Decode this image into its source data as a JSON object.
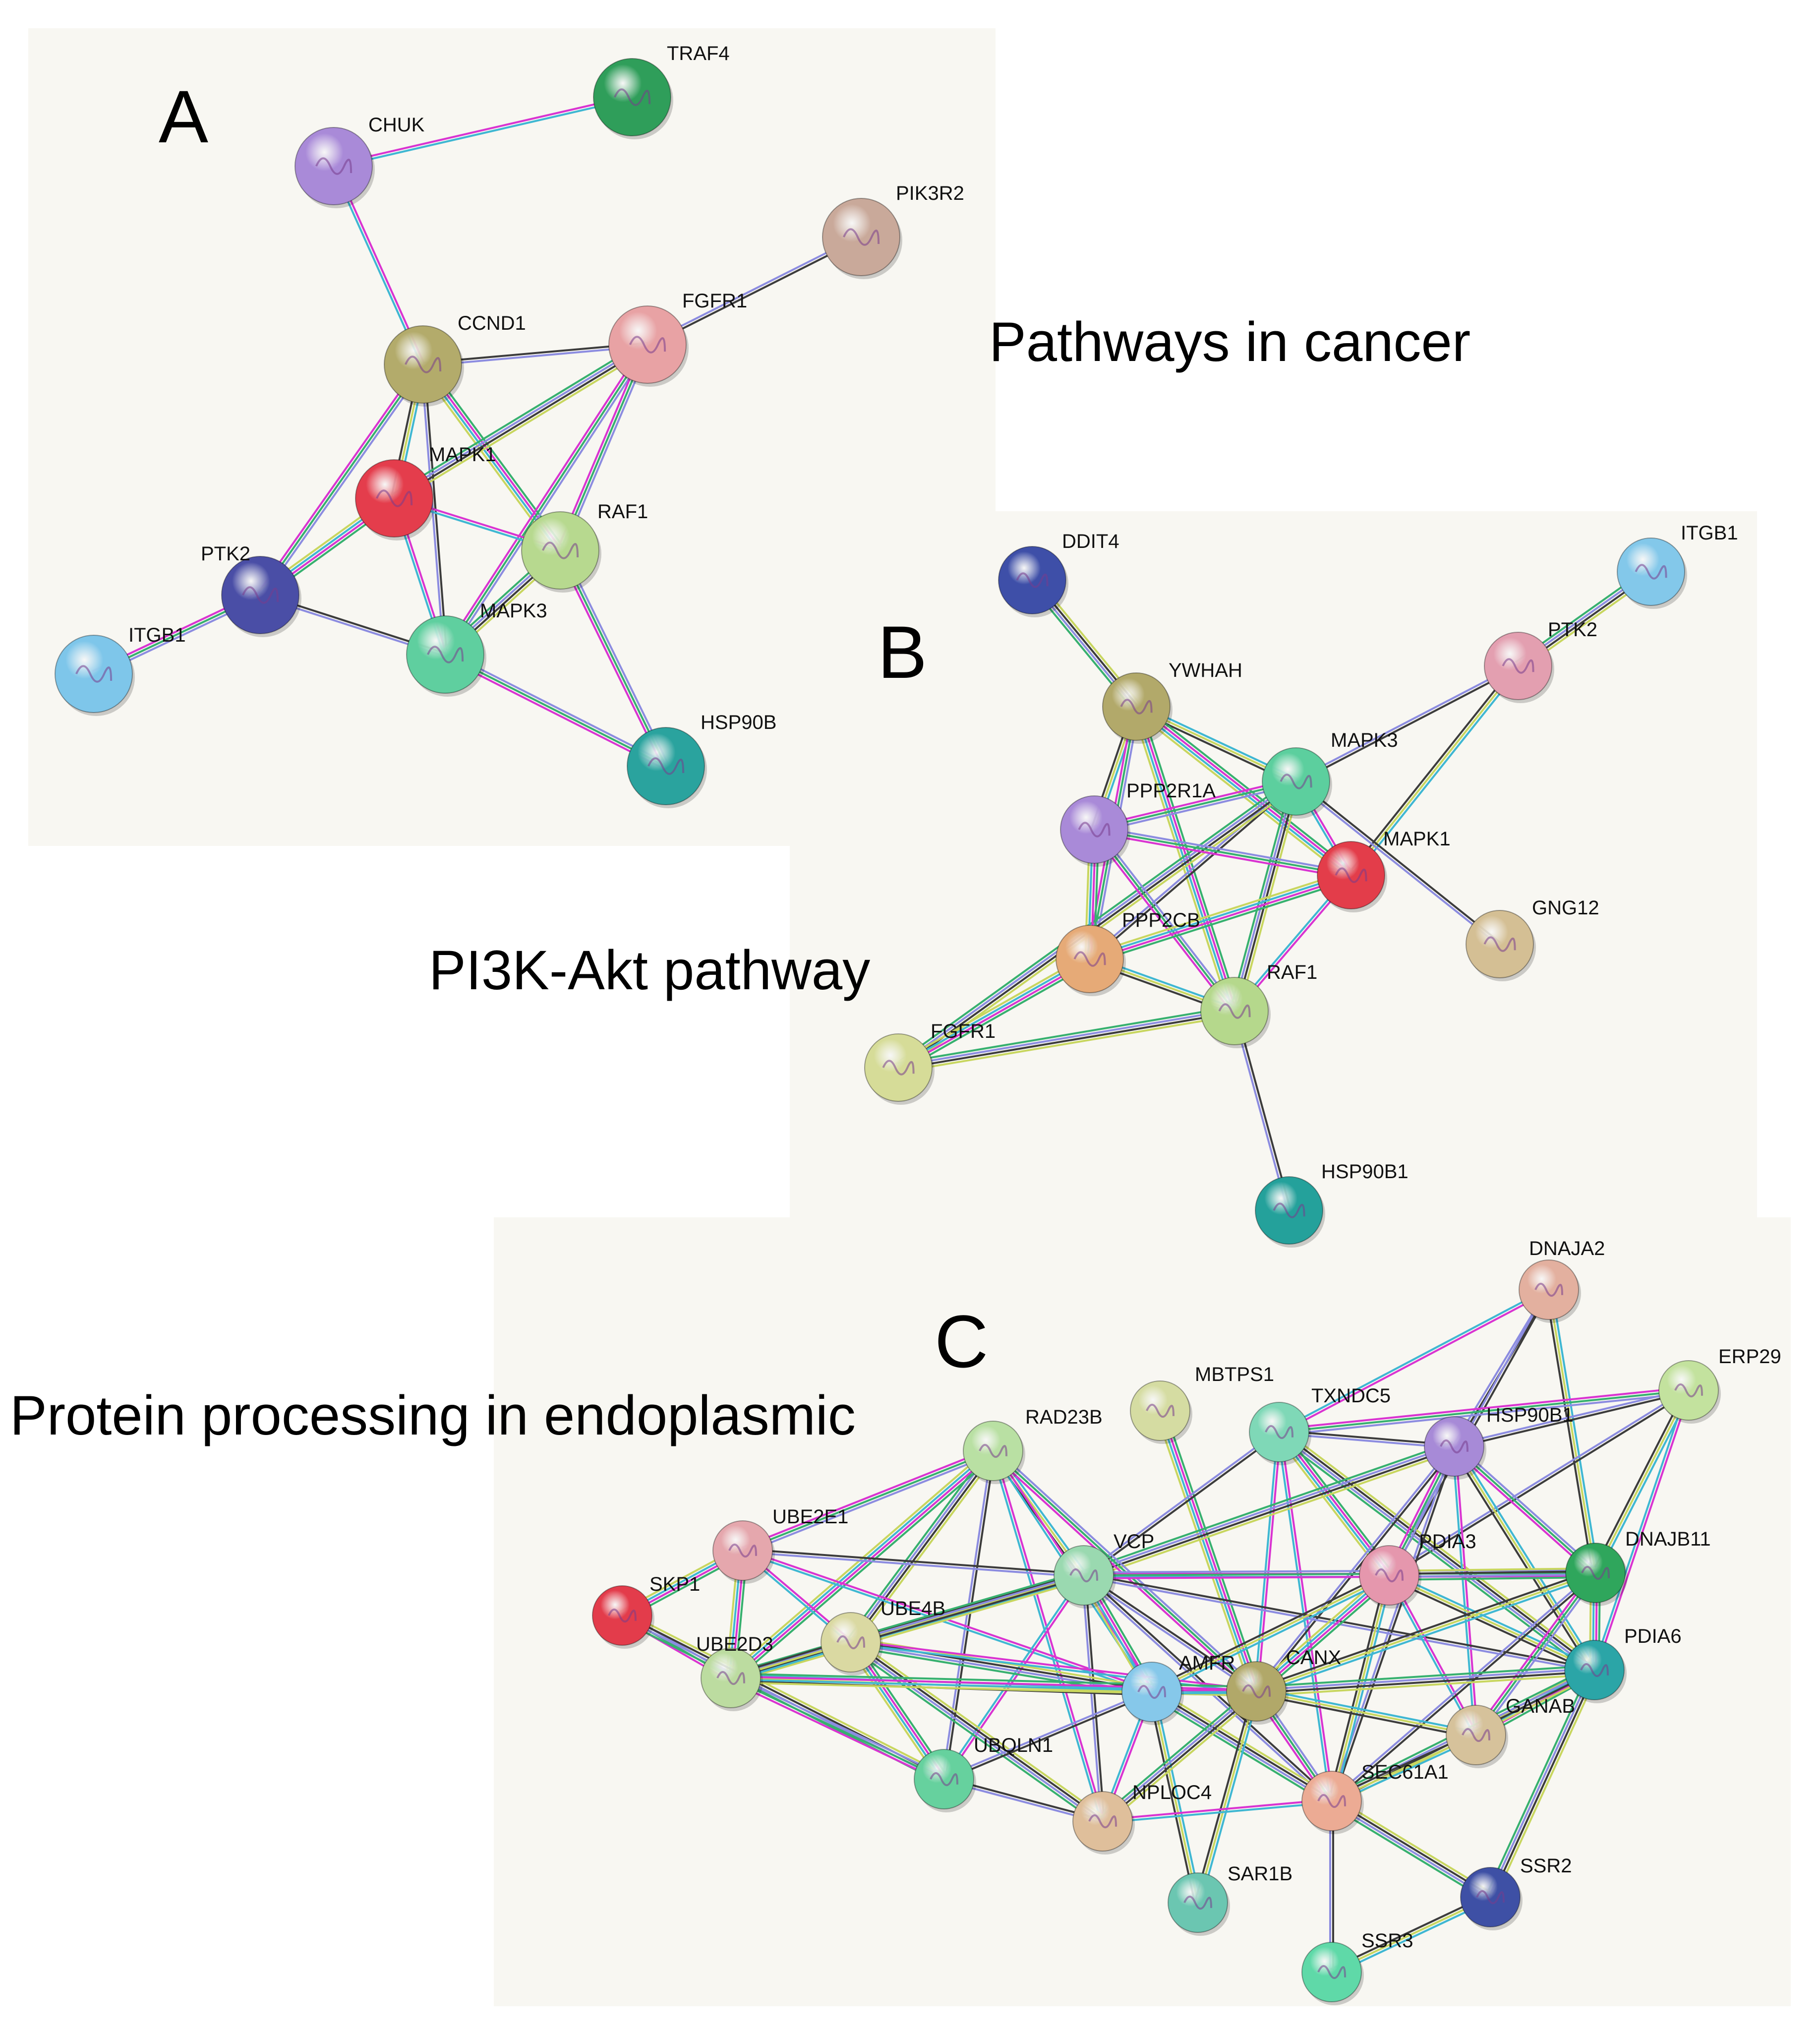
{
  "captions": {
    "cancer": "Pathways in cancer",
    "pi3k": "PI3K-Akt pathway",
    "er": "Protein processing in endoplasmic"
  },
  "panels": [
    {
      "id": "A",
      "letter": "A",
      "nodes": [
        {
          "id": "TRAF4",
          "label": "TRAF4",
          "color": "#2f9e5a"
        },
        {
          "id": "CHUK",
          "label": "CHUK",
          "color": "#a98ad8"
        },
        {
          "id": "PIK3R2",
          "label": "PIK3R2",
          "color": "#c9a99a"
        },
        {
          "id": "CCND1",
          "label": "CCND1",
          "color": "#b3ab6b"
        },
        {
          "id": "FGFR1",
          "label": "FGFR1",
          "color": "#e8a2a4"
        },
        {
          "id": "MAPK1",
          "label": "MAPK1",
          "color": "#e43d4c"
        },
        {
          "id": "RAF1",
          "label": "RAF1",
          "color": "#b7d98f"
        },
        {
          "id": "PTK2",
          "label": "PTK2",
          "color": "#4a4ea6"
        },
        {
          "id": "MAPK3",
          "label": "MAPK3",
          "color": "#5fcf9f"
        },
        {
          "id": "ITGB1",
          "label": "ITGB1",
          "color": "#7ec6ea"
        },
        {
          "id": "HSP90B",
          "label": "HSP90B",
          "color": "#2aa39e"
        }
      ],
      "edges": [
        [
          "CHUK",
          "TRAF4"
        ],
        [
          "CHUK",
          "CCND1"
        ],
        [
          "PIK3R2",
          "FGFR1"
        ],
        [
          "CCND1",
          "FGFR1"
        ],
        [
          "CCND1",
          "MAPK1"
        ],
        [
          "CCND1",
          "MAPK3"
        ],
        [
          "CCND1",
          "RAF1"
        ],
        [
          "CCND1",
          "PTK2"
        ],
        [
          "FGFR1",
          "MAPK1"
        ],
        [
          "FGFR1",
          "MAPK3"
        ],
        [
          "FGFR1",
          "RAF1"
        ],
        [
          "MAPK1",
          "RAF1"
        ],
        [
          "MAPK1",
          "MAPK3"
        ],
        [
          "MAPK1",
          "PTK2"
        ],
        [
          "RAF1",
          "MAPK3"
        ],
        [
          "RAF1",
          "HSP90B"
        ],
        [
          "PTK2",
          "MAPK3"
        ],
        [
          "PTK2",
          "ITGB1"
        ],
        [
          "MAPK3",
          "HSP90B"
        ]
      ]
    },
    {
      "id": "B",
      "letter": "B",
      "nodes": [
        {
          "id": "DDIT4",
          "label": "DDIT4",
          "color": "#3e4fa8"
        },
        {
          "id": "ITGB1",
          "label": "ITGB1",
          "color": "#83c8ea"
        },
        {
          "id": "PTK2",
          "label": "PTK2",
          "color": "#e39fb0"
        },
        {
          "id": "YWHAH",
          "label": "YWHAH",
          "color": "#b2a96a"
        },
        {
          "id": "MAPK3",
          "label": "MAPK3",
          "color": "#5ccf9e"
        },
        {
          "id": "PPP2R1A",
          "label": "PPP2R1A",
          "color": "#a98ad8"
        },
        {
          "id": "MAPK1",
          "label": "MAPK1",
          "color": "#e33d4a"
        },
        {
          "id": "GNG12",
          "label": "GNG12",
          "color": "#d4bf94"
        },
        {
          "id": "PPP2CB",
          "label": "PPP2CB",
          "color": "#e6aa77"
        },
        {
          "id": "RAF1",
          "label": "RAF1",
          "color": "#b5d88c"
        },
        {
          "id": "FGFR1",
          "label": "FGFR1",
          "color": "#d6dc98"
        },
        {
          "id": "HSP90B1",
          "label": "HSP90B1",
          "color": "#24a19b"
        }
      ],
      "edges": [
        [
          "DDIT4",
          "YWHAH"
        ],
        [
          "ITGB1",
          "PTK2"
        ],
        [
          "PTK2",
          "MAPK3"
        ],
        [
          "PTK2",
          "MAPK1"
        ],
        [
          "YWHAH",
          "MAPK3"
        ],
        [
          "YWHAH",
          "PPP2R1A"
        ],
        [
          "YWHAH",
          "MAPK1"
        ],
        [
          "YWHAH",
          "PPP2CB"
        ],
        [
          "YWHAH",
          "RAF1"
        ],
        [
          "MAPK3",
          "PPP2R1A"
        ],
        [
          "MAPK3",
          "MAPK1"
        ],
        [
          "MAPK3",
          "PPP2CB"
        ],
        [
          "MAPK3",
          "RAF1"
        ],
        [
          "MAPK3",
          "GNG12"
        ],
        [
          "MAPK3",
          "FGFR1"
        ],
        [
          "PPP2R1A",
          "MAPK1"
        ],
        [
          "PPP2R1A",
          "PPP2CB"
        ],
        [
          "PPP2R1A",
          "RAF1"
        ],
        [
          "MAPK1",
          "PPP2CB"
        ],
        [
          "MAPK1",
          "RAF1"
        ],
        [
          "PPP2CB",
          "RAF1"
        ],
        [
          "PPP2CB",
          "FGFR1"
        ],
        [
          "RAF1",
          "HSP90B1"
        ],
        [
          "RAF1",
          "FGFR1"
        ]
      ]
    },
    {
      "id": "C",
      "letter": "C",
      "nodes": [
        {
          "id": "DNAJA2",
          "label": "DNAJA2",
          "color": "#e3b09f"
        },
        {
          "id": "ERP29",
          "label": "ERP29",
          "color": "#c3e29e"
        },
        {
          "id": "MBTPS1",
          "label": "MBTPS1",
          "color": "#d5dca2"
        },
        {
          "id": "TXNDC5",
          "label": "TXNDC5",
          "color": "#7fd8b7"
        },
        {
          "id": "HSP90B1",
          "label": "HSP90B1",
          "color": "#a78ad7"
        },
        {
          "id": "RAD23B",
          "label": "RAD23B",
          "color": "#b9e0a3"
        },
        {
          "id": "UBE2E1",
          "label": "UBE2E1",
          "color": "#e5a7ad"
        },
        {
          "id": "VCP",
          "label": "VCP",
          "color": "#9ad9b0"
        },
        {
          "id": "PDIA3",
          "label": "PDIA3",
          "color": "#e597ad"
        },
        {
          "id": "DNAJB11",
          "label": "DNAJB11",
          "color": "#2fa65c"
        },
        {
          "id": "SKP1",
          "label": "SKP1",
          "color": "#e33c4b"
        },
        {
          "id": "UBE4B",
          "label": "UBE4B",
          "color": "#dad9a2"
        },
        {
          "id": "UBE2D3",
          "label": "UBE2D3",
          "color": "#bcdca0"
        },
        {
          "id": "PDIA6",
          "label": "PDIA6",
          "color": "#2ba5a7"
        },
        {
          "id": "AMFR",
          "label": "AMFR",
          "color": "#86c8ea"
        },
        {
          "id": "CANX",
          "label": "CANX",
          "color": "#b1a869"
        },
        {
          "id": "GANAB",
          "label": "GANAB",
          "color": "#d6c29b"
        },
        {
          "id": "UBQLN1",
          "label": "UBQLN1",
          "color": "#66d19e"
        },
        {
          "id": "SEC61A1",
          "label": "SEC61A1",
          "color": "#ecab94"
        },
        {
          "id": "NPLOC4",
          "label": "NPLOC4",
          "color": "#dfbf9b"
        },
        {
          "id": "SAR1B",
          "label": "SAR1B",
          "color": "#6bc6b1"
        },
        {
          "id": "SSR2",
          "label": "SSR2",
          "color": "#3e50a5"
        },
        {
          "id": "SSR3",
          "label": "SSR3",
          "color": "#5fd9a8"
        }
      ],
      "edges": [
        [
          "DNAJA2",
          "TXNDC5"
        ],
        [
          "DNAJA2",
          "HSP90B1"
        ],
        [
          "DNAJA2",
          "DNAJB11"
        ],
        [
          "DNAJA2",
          "PDIA3"
        ],
        [
          "ERP29",
          "TXNDC5"
        ],
        [
          "ERP29",
          "HSP90B1"
        ],
        [
          "ERP29",
          "PDIA3"
        ],
        [
          "ERP29",
          "DNAJB11"
        ],
        [
          "ERP29",
          "PDIA6"
        ],
        [
          "MBTPS1",
          "CANX"
        ],
        [
          "TXNDC5",
          "HSP90B1"
        ],
        [
          "TXNDC5",
          "PDIA3"
        ],
        [
          "TXNDC5",
          "PDIA6"
        ],
        [
          "TXNDC5",
          "CANX"
        ],
        [
          "TXNDC5",
          "VCP"
        ],
        [
          "TXNDC5",
          "SEC61A1"
        ],
        [
          "HSP90B1",
          "PDIA3"
        ],
        [
          "HSP90B1",
          "DNAJB11"
        ],
        [
          "HSP90B1",
          "PDIA6"
        ],
        [
          "HSP90B1",
          "CANX"
        ],
        [
          "HSP90B1",
          "GANAB"
        ],
        [
          "HSP90B1",
          "VCP"
        ],
        [
          "HSP90B1",
          "SEC61A1"
        ],
        [
          "RAD23B",
          "UBE2E1"
        ],
        [
          "RAD23B",
          "VCP"
        ],
        [
          "RAD23B",
          "UBE4B"
        ],
        [
          "RAD23B",
          "UBE2D3"
        ],
        [
          "RAD23B",
          "AMFR"
        ],
        [
          "RAD23B",
          "UBQLN1"
        ],
        [
          "RAD23B",
          "NPLOC4"
        ],
        [
          "RAD23B",
          "CANX"
        ],
        [
          "UBE2E1",
          "SKP1"
        ],
        [
          "UBE2E1",
          "UBE2D3"
        ],
        [
          "UBE2E1",
          "UBE4B"
        ],
        [
          "UBE2E1",
          "VCP"
        ],
        [
          "UBE2E1",
          "AMFR"
        ],
        [
          "VCP",
          "UBE4B"
        ],
        [
          "VCP",
          "UBE2D3"
        ],
        [
          "VCP",
          "AMFR"
        ],
        [
          "VCP",
          "CANX"
        ],
        [
          "VCP",
          "PDIA3"
        ],
        [
          "VCP",
          "UBQLN1"
        ],
        [
          "VCP",
          "NPLOC4"
        ],
        [
          "VCP",
          "SEC61A1"
        ],
        [
          "VCP",
          "PDIA6"
        ],
        [
          "VCP",
          "DNAJB11"
        ],
        [
          "PDIA3",
          "DNAJB11"
        ],
        [
          "PDIA3",
          "PDIA6"
        ],
        [
          "PDIA3",
          "CANX"
        ],
        [
          "PDIA3",
          "GANAB"
        ],
        [
          "PDIA3",
          "SEC61A1"
        ],
        [
          "PDIA3",
          "AMFR"
        ],
        [
          "DNAJB11",
          "PDIA6"
        ],
        [
          "DNAJB11",
          "CANX"
        ],
        [
          "DNAJB11",
          "SEC61A1"
        ],
        [
          "DNAJB11",
          "GANAB"
        ],
        [
          "PDIA6",
          "CANX"
        ],
        [
          "PDIA6",
          "GANAB"
        ],
        [
          "PDIA6",
          "SEC61A1"
        ],
        [
          "PDIA6",
          "SSR2"
        ],
        [
          "SKP1",
          "UBE2D3"
        ],
        [
          "SKP1",
          "UBQLN1"
        ],
        [
          "UBE4B",
          "UBE2D3"
        ],
        [
          "UBE4B",
          "AMFR"
        ],
        [
          "UBE4B",
          "UBQLN1"
        ],
        [
          "UBE4B",
          "NPLOC4"
        ],
        [
          "UBE4B",
          "CANX"
        ],
        [
          "UBE2D3",
          "AMFR"
        ],
        [
          "UBE2D3",
          "UBQLN1"
        ],
        [
          "UBE2D3",
          "CANX"
        ],
        [
          "AMFR",
          "CANX"
        ],
        [
          "AMFR",
          "UBQLN1"
        ],
        [
          "AMFR",
          "NPLOC4"
        ],
        [
          "AMFR",
          "SEC61A1"
        ],
        [
          "AMFR",
          "SAR1B"
        ],
        [
          "CANX",
          "GANAB"
        ],
        [
          "CANX",
          "SEC61A1"
        ],
        [
          "CANX",
          "NPLOC4"
        ],
        [
          "CANX",
          "SAR1B"
        ],
        [
          "GANAB",
          "SEC61A1"
        ],
        [
          "UBQLN1",
          "NPLOC4"
        ],
        [
          "NPLOC4",
          "SEC61A1"
        ],
        [
          "SEC61A1",
          "SSR2"
        ],
        [
          "SEC61A1",
          "SSR3"
        ],
        [
          "SSR2",
          "SSR3"
        ]
      ]
    }
  ]
}
